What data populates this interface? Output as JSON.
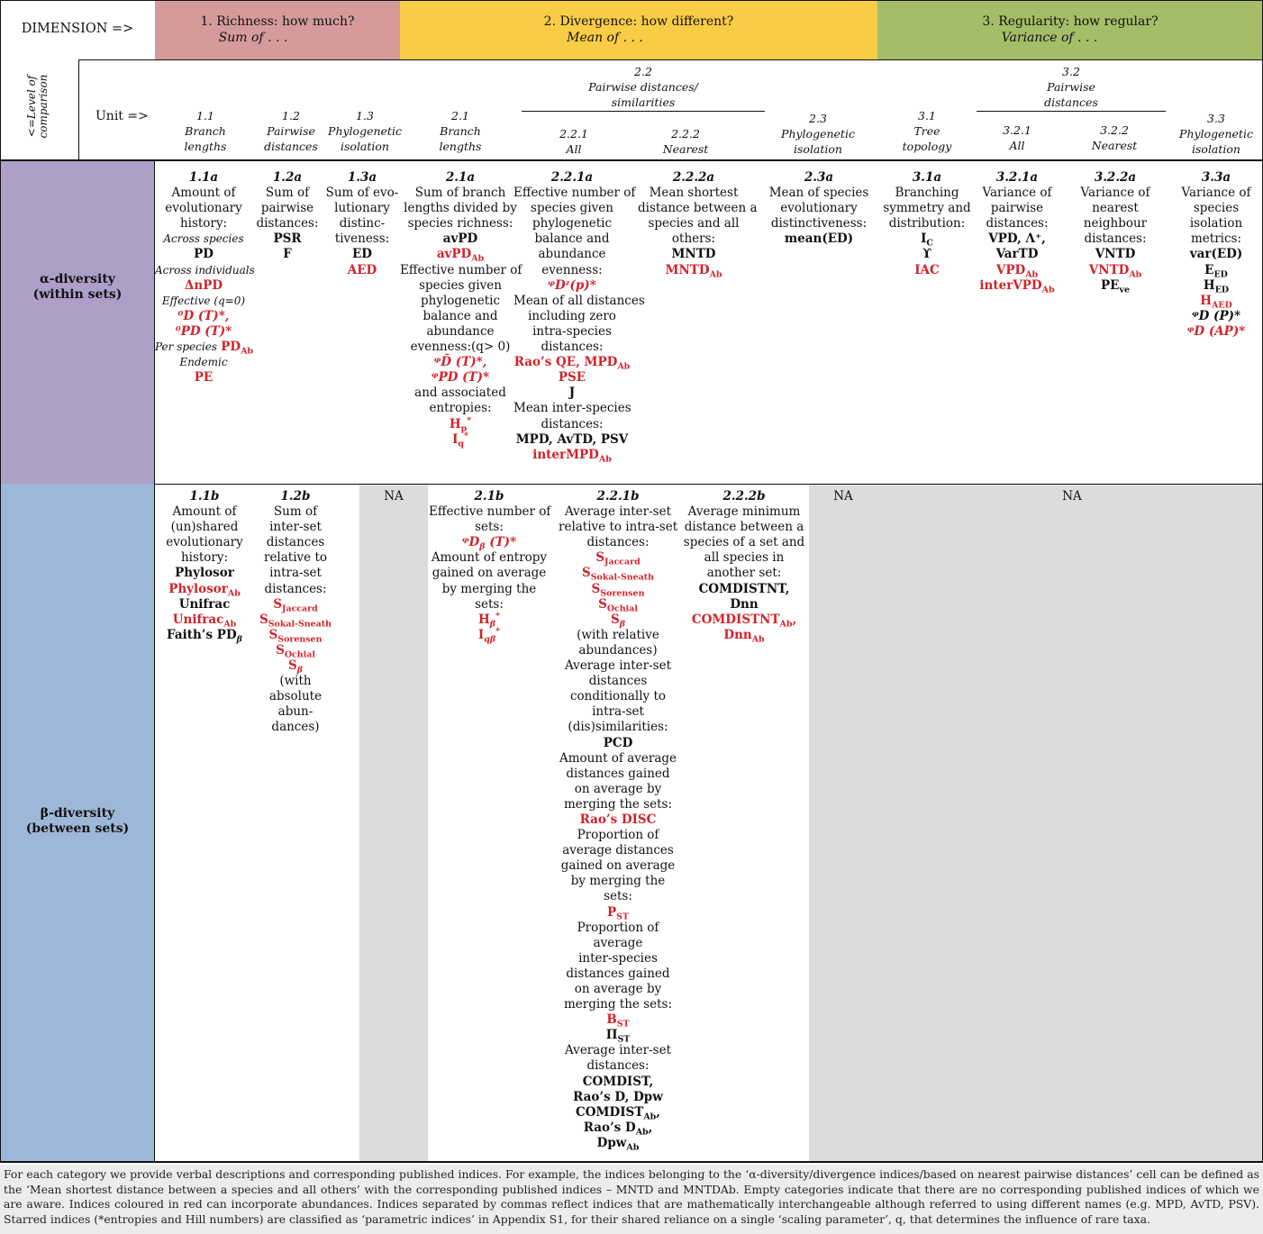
{
  "colors": {
    "richness": "#d59b9b",
    "divergence": "#f8cc45",
    "regularity": "#a3bd68",
    "alpha": "#ad9fc7",
    "beta": "#9db7d8",
    "na": "#dcdcdc",
    "red": "#d2222a"
  },
  "header": {
    "dimension": "DIMENSION =>",
    "level": "<=Level of comparison",
    "unit": "Unit =>",
    "dim1": {
      "title": "1. Richness: how much?",
      "sub": "Sum of . . ."
    },
    "dim2": {
      "title": "2. Divergence: how different?",
      "sub": "Mean of . . ."
    },
    "dim3": {
      "title": "3. Regularity: how regular?",
      "sub": "Variance of . . ."
    }
  },
  "units": {
    "u1_1": [
      "1.1",
      "Branch",
      "lengths"
    ],
    "u1_2": [
      "1.2",
      "Pairwise",
      "distances"
    ],
    "u1_3": [
      "1.3",
      "Phylogenetic",
      "isolation"
    ],
    "u2_1": [
      "2.1",
      "Branch",
      "lengths"
    ],
    "u2_2": [
      "2.2",
      "Pairwise distances/",
      "similarities"
    ],
    "u2_2_1": [
      "2.2.1",
      "All"
    ],
    "u2_2_2": [
      "2.2.2",
      "Nearest"
    ],
    "u2_3": [
      "2.3",
      "Phylogenetic",
      "isolation"
    ],
    "u3_1": [
      "3.1",
      "Tree",
      "topology"
    ],
    "u3_2": [
      "3.2",
      "Pairwise",
      "distances"
    ],
    "u3_2_1": [
      "3.2.1",
      "All"
    ],
    "u3_2_2": [
      "3.2.2",
      "Nearest"
    ],
    "u3_3": [
      "3.3",
      "Phylogenetic",
      "isolation"
    ]
  },
  "rows": {
    "alpha": [
      "α-diversity",
      "(within sets)"
    ],
    "beta": [
      "β-diversity",
      "(between sets)"
    ],
    "na": "NA"
  },
  "alpha": {
    "c1_1a": {
      "id": "1.1a",
      "l1": "Amount of",
      "l2": "evolutionary",
      "l3": "history:",
      "l4": "Across species",
      "l5": "PD",
      "l6": "Across individuals",
      "l7": "ΔnPD",
      "l8": "Effective (q=0)",
      "l9": "⁰D (T)*,",
      "l10": "⁰PD (T)*",
      "l11": "Per species",
      "l12": "PD",
      "l12s": "Ab",
      "l13": "Endemic",
      "l14": "PE"
    },
    "c1_2a": {
      "id": "1.2a",
      "l1": "Sum of",
      "l2": "pairwise",
      "l3": "distances:",
      "l4": "PSR",
      "l5": "F"
    },
    "c1_3a": {
      "id": "1.3a",
      "l1": "Sum of evo-",
      "l2": "lutionary",
      "l3": "distinc-",
      "l4": "tiveness:",
      "l5": "ED",
      "l6": "AED"
    },
    "c2_1a": {
      "id": "2.1a",
      "l1": "Sum of branch",
      "l2": "lengths divided by",
      "l3": "species richness:",
      "l4": "avPD",
      "l5": "avPD",
      "l5s": "Ab",
      "l6": "Effective number of",
      "l7": "species given",
      "l8": "phylogenetic",
      "l9": "balance and",
      "l10": "abundance",
      "l11": "evenness:(q> 0)",
      "l12": "ᵠD̄ (T)*,",
      "l13": "ᵠPD (T)*",
      "l14": "and associated",
      "l15": "entropies:",
      "l16": "H",
      "l16s": "p",
      "l17": "I",
      "l17s": "q"
    },
    "c2_2_1a": {
      "id": "2.2.1a",
      "l1": "Effective number of",
      "l2": "species given",
      "l3": "phylogenetic",
      "l4": "balance and",
      "l5": "abundance",
      "l6": "evenness:",
      "l7": "ᵠDᶻ(p)*",
      "l8": "Mean of all distances",
      "l9": "including zero",
      "l10": "intra-species",
      "l11": "distances:",
      "l12": "Rao’s QE, MPD",
      "l12s": "Ab",
      "l13": "PSE",
      "l14": "J",
      "l15": "Mean inter-species",
      "l16": "distances:",
      "l17": "MPD, AvTD, PSV",
      "l18": "interMPD",
      "l18s": "Ab"
    },
    "c2_2_2a": {
      "id": "2.2.2a",
      "l1": "Mean shortest",
      "l2": "distance between a",
      "l3": "species and all",
      "l4": "others:",
      "l5": "MNTD",
      "l6": "MNTD",
      "l6s": "Ab"
    },
    "c2_3a": {
      "id": "2.3a",
      "l1": "Mean of species",
      "l2": "evolutionary",
      "l3": "distinctiveness:",
      "l4": "mean(ED)"
    },
    "c3_1a": {
      "id": "3.1a",
      "l1": "Branching",
      "l2": "symmetry and",
      "l3": "distribution:",
      "l4": "I",
      "l4s": "C",
      "l5": "ϒ",
      "l6": "IAC"
    },
    "c3_2_1a": {
      "id": "3.2.1a",
      "l1": "Variance of",
      "l2": "pairwise",
      "l3": "distances:",
      "l4": "VPD, Λ⁺,",
      "l5": "VarTD",
      "l6": "VPD",
      "l6s": "Ab",
      "l7": "interVPD",
      "l7s": "Ab"
    },
    "c3_2_2a": {
      "id": "3.2.2a",
      "l1": "Variance of",
      "l2": "nearest",
      "l3": "neighbour",
      "l4": "distances:",
      "l5": "VNTD",
      "l6": "VNTD",
      "l6s": "Ab",
      "l7": "PE",
      "l7s": "ve"
    },
    "c3_3a": {
      "id": "3.3a",
      "l1": "Variance of",
      "l2": "species",
      "l3": "isolation",
      "l4": "metrics:",
      "l5": "var(ED)",
      "l6": "E",
      "l6s": "ED",
      "l7": "H",
      "l7s": "ED",
      "l8": "H",
      "l8s": "AED",
      "l9": "ᵠD (P)*",
      "l10": "ᵠD (AP)*"
    }
  },
  "beta": {
    "c1_1b": {
      "id": "1.1b",
      "l1": "Amount of",
      "l2": "(un)shared",
      "l3": "evolutionary",
      "l4": "history:",
      "l5": "Phylosor",
      "l6": "Phylosor",
      "l6s": "Ab",
      "l7": "Unifrac",
      "l8": "Unifrac",
      "l8s": "Ab",
      "l9": "Faith’s PD",
      "l9s": "β"
    },
    "c1_2b": {
      "id": "1.2b",
      "l1": "Sum of",
      "l2": "inter-set",
      "l3": "distances",
      "l4": "relative to",
      "l5": "intra-set",
      "l6": "distances:",
      "l7": "S",
      "l7s": "Jaccard",
      "l8": "S",
      "l8s": "Sokal-Sneath",
      "l9": "S",
      "l9s": "Sorensen",
      "l10": "S",
      "l10s": "Ochial",
      "l11": "S",
      "l11s": "β",
      "l12": "(with",
      "l13": "absolute",
      "l14": "abun-",
      "l15": "dances)"
    },
    "c2_1b": {
      "id": "2.1b",
      "l1": "Effective number of",
      "l2": "sets:",
      "l3": "ᵠD",
      "l3s": "β",
      "l3t": " (T)*",
      "l4": "Amount of entropy",
      "l5": "gained on average",
      "l6": "by merging the",
      "l7": "sets:",
      "l8": "H",
      "l8s": "β",
      "l9": "I",
      "l9s": "qβ"
    },
    "c2_2_1b": {
      "id": "2.2.1b",
      "l1": "Average inter-set",
      "l2": "relative to intra-set",
      "l3": "distances:",
      "l4": "S",
      "l4s": "Jaccard",
      "l5": "S",
      "l5s": "Sokal-Sneath",
      "l6": "S",
      "l6s": "Sorensen",
      "l7": "S",
      "l7s": "Ochial",
      "l8": "S",
      "l8s": "β",
      "l9": "(with relative",
      "l10": "abundances)",
      "l11": "Average inter-set",
      "l12": "distances",
      "l13": "conditionally to",
      "l14": "intra-set",
      "l15": "(dis)similarities:",
      "l16": "PCD",
      "l17": "Amount of average",
      "l18": "distances gained",
      "l19": "on average by",
      "l20": "merging the sets:",
      "l21": "Rao’s DISC",
      "l22": "Proportion of",
      "l23": "average distances",
      "l24": "gained on average",
      "l25": "by merging the",
      "l26": "sets:",
      "l27": "P",
      "l27s": "ST",
      "l28": "Proportion of",
      "l29": "average",
      "l30": "inter-species",
      "l31": "distances gained",
      "l32": "on average by",
      "l33": "merging the sets:",
      "l34": "B",
      "l34s": "ST",
      "l35": "Π",
      "l35s": "ST",
      "l36": "Average inter-set",
      "l37": "distances:",
      "l38": "COMDIST,",
      "l39": "Rao’s D, Dpw",
      "l40": "COMDIST",
      "l40s": "Ab",
      "l41": "Rao’s D",
      "l41s": "Ab",
      "l42": "Dpw",
      "l42s": "Ab"
    },
    "c2_2_2b": {
      "id": "2.2.2b",
      "l1": "Average minimum",
      "l2": "distance between a",
      "l3": "species of a set and",
      "l4": "all species in",
      "l5": "another set:",
      "l6": "COMDISTNT,",
      "l7": "Dnn",
      "l8": "COMDISTNT",
      "l8s": "Ab",
      "l9": "Dnn",
      "l9s": "Ab"
    }
  },
  "footnote": "For each category we provide verbal descriptions and corresponding published indices. For example, the indices belonging to the ‘α-diversity/divergence indices/based on nearest pairwise distances’ cell can be defined as the ‘Mean shortest distance between a species and all others’ with the corresponding published indices – MNTD and MNTDAb. Empty categories indicate that there are no corresponding published indices of which we are aware. Indices coloured in red can incorporate abundances. Indices separated by commas reflect indices that are mathematically interchangeable although referred to using different names (e.g. MPD, AvTD, PSV). Starred indices (*entropies and Hill numbers) are classified as ‘parametric indices’ in Appendix S1, for their shared reliance on a single ‘scaling parameter’, q, that determines the influence of rare taxa."
}
